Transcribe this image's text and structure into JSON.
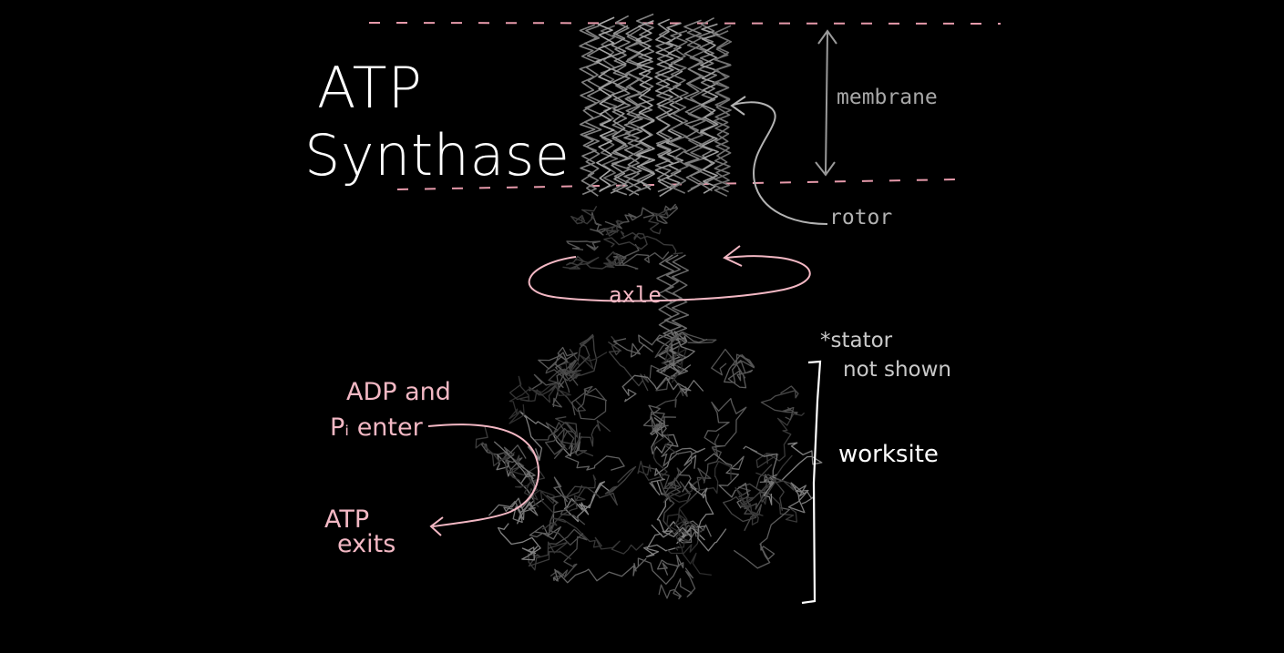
{
  "title": {
    "line1": "ATP",
    "line2": "Synthase"
  },
  "labels": {
    "membrane": "membrane",
    "rotor": "rotor",
    "axle": "axle",
    "stator_line1": "*stator",
    "stator_line2": "not shown",
    "worksite": "worksite",
    "adp_line1": "ADP and",
    "adp_line2": "Pᵢ enter",
    "atp_line1": "ATP",
    "atp_line2": "exits"
  },
  "colors": {
    "background": "#000000",
    "title": "#ffffff",
    "pink_annotation": "#f3b8c4",
    "membrane_dash": "#e79aab",
    "protein_strand": "#8a8a8a",
    "gray_annotation": "#b3b3b3"
  }
}
